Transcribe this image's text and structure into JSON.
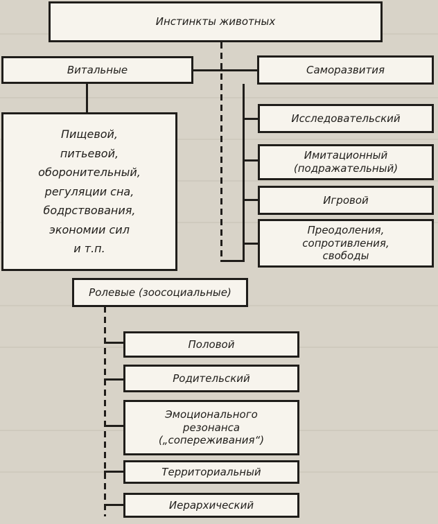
{
  "diagram": {
    "root": "Инстинкты животных",
    "vital": {
      "title": "Витальные",
      "detail": "Пищевой,\nпитьевой,\nоборонительный,\nрегуляции сна,\nбодрствования,\nэкономии сил\nи т.п."
    },
    "self_development": {
      "title": "Саморазвития",
      "items": [
        "Исследовательский",
        "Имитационный\n(подражательный)",
        "Игровой",
        "Преодоления,\nсопротивления,\nсвободы"
      ]
    },
    "role": {
      "title": "Ролевые (зоосоциальные)",
      "items": [
        "Половой",
        "Родительский",
        "Эмоционального\nрезонанса\n(„сопереживания“)",
        "Территориальный",
        "Иерархический"
      ]
    }
  }
}
